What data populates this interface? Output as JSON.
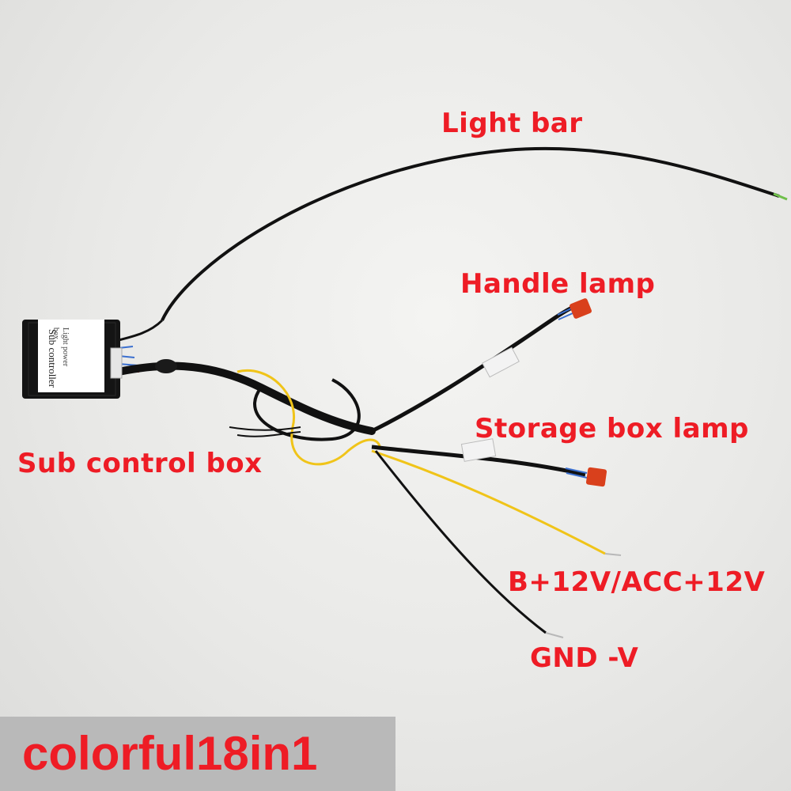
{
  "labels": {
    "light_bar": "Light bar",
    "handle_lamp": "Handle lamp",
    "storage_box_lamp": "Storage box lamp",
    "sub_control_box": "Sub control box",
    "power_input": "B+12V/ACC+12V",
    "ground": "GND -V"
  },
  "box_sticker": {
    "line1": "Light power",
    "line2": "box",
    "line3": "Sub controller"
  },
  "brand": "colorful18in1",
  "colors": {
    "label_red": "#ee1c25",
    "wire_black": "#111111",
    "wire_yellow": "#f0c419",
    "connector_red": "#d9401c",
    "brand_bg": "#b9b9b9"
  }
}
